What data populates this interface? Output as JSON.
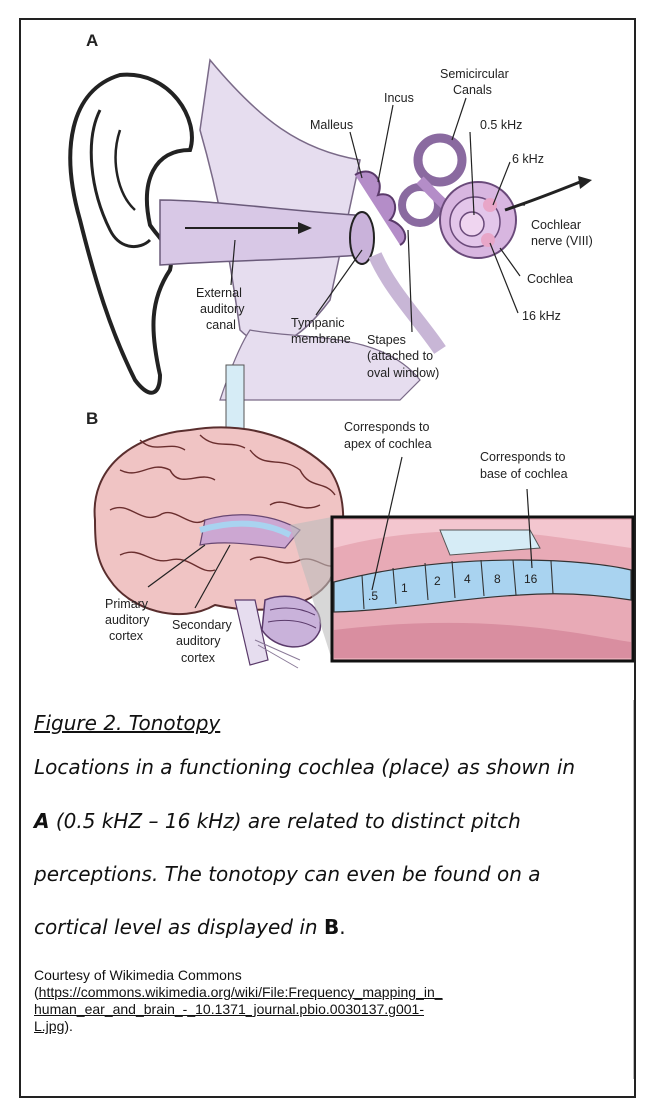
{
  "panel_a": {
    "label": "A",
    "semicircular_canals": [
      "Semicircular",
      "Canals"
    ],
    "incus": "Incus",
    "malleus": "Malleus",
    "freq_05": "0.5 kHz",
    "freq_6": "6 kHz",
    "cochlear_nerve": [
      "Cochlear",
      "nerve (VIII)"
    ],
    "cochlea": "Cochlea",
    "freq_16": "16 kHz",
    "external_canal": [
      "External",
      "auditory",
      "canal"
    ],
    "tympanic": [
      "Tympanic",
      "membrane"
    ],
    "stapes": [
      "Stapes",
      "(attached to",
      "oval window)"
    ]
  },
  "panel_b": {
    "label": "B",
    "apex": [
      "Corresponds to",
      "apex of cochlea"
    ],
    "base": [
      "Corresponds to",
      "base of cochlea"
    ],
    "primary": [
      "Primary",
      "auditory",
      "cortex"
    ],
    "secondary": [
      "Secondary",
      "auditory",
      "cortex"
    ],
    "tonotopic_bands": [
      ".5",
      "1",
      "2",
      "4",
      "8",
      "16"
    ]
  },
  "caption": {
    "title": "Figure 2. Tonotopy",
    "line1": "Locations in a functioning cochlea (place) as shown in",
    "line2_bold": "A",
    "line2_rest": " (0.5 kHZ – 16 kHz) are related to distinct pitch",
    "line3": "perceptions. The tonotopy can even be found on a",
    "line4_pre": "cortical level as displayed in ",
    "line4_bold": "B",
    "line4_post": ".",
    "credit_pre": "Courtesy of Wikimedia Commons",
    "credit_link_1": "https://commons.wikimedia.org/wiki/File:Frequency_mapping_in_",
    "credit_link_2": "human_ear_and_brain_-_10.1371_journal.pbio.0030137.g001-",
    "credit_link_3": "L.jpg",
    "credit_post": ")."
  },
  "colors": {
    "lavender": "#d8c8e6",
    "purple": "#b48dc8",
    "pink": "#e8aab6",
    "blue": "#a9d3f0",
    "brain": "#f0c4c4"
  }
}
